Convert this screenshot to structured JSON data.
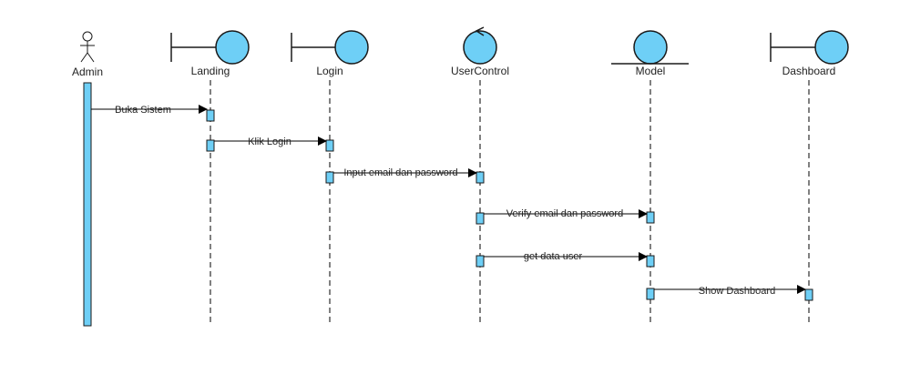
{
  "diagram": {
    "colors": {
      "fill": "#6ecff6",
      "stroke": "#1a1a1a",
      "line": "#000000",
      "text": "#222222"
    },
    "actor": {
      "label": "Admin"
    },
    "participants": [
      {
        "label": "Landing",
        "kind": "boundary"
      },
      {
        "label": "Login",
        "kind": "boundary"
      },
      {
        "label": "UserControl",
        "kind": "control"
      },
      {
        "label": "Model",
        "kind": "entity"
      },
      {
        "label": "Dashboard",
        "kind": "boundary"
      }
    ],
    "messages": [
      {
        "label": "Buka Sistem",
        "from": "Admin",
        "to": "Landing"
      },
      {
        "label": "Klik Login",
        "from": "Landing",
        "to": "Login"
      },
      {
        "label": "Input email dan password",
        "from": "Login",
        "to": "UserControl"
      },
      {
        "label": "Verify  email dan password",
        "from": "UserControl",
        "to": "Model"
      },
      {
        "label": "get data user",
        "from": "UserControl",
        "to": "Model"
      },
      {
        "label": "Show Dashboard",
        "from": "Model",
        "to": "Dashboard"
      }
    ]
  }
}
